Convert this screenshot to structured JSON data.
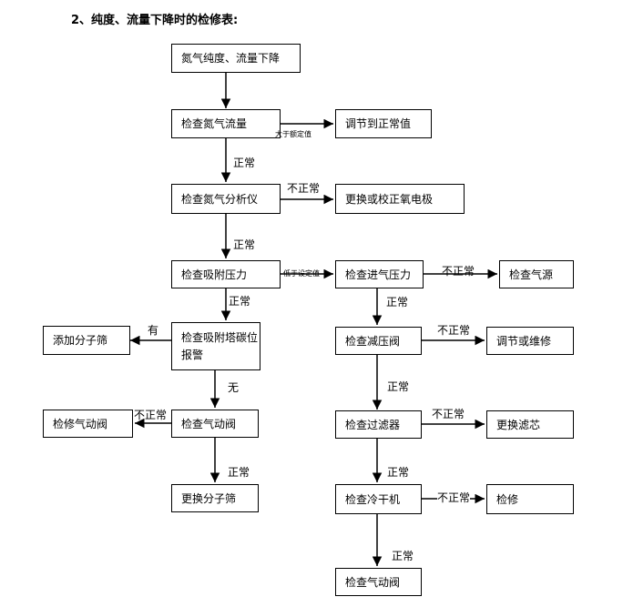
{
  "heading": "2、纯度、流量下降时的检修表:",
  "nodes": {
    "n_start": "氮气纯度、流量下降",
    "n_flow": "检查氮气流量",
    "n_adjust_normal": "调节到正常值",
    "n_analyzer": "检查氮气分析仪",
    "n_replace_electrode": "更换或校正氧电极",
    "n_adsorb_pressure": "检查吸附压力",
    "n_inlet_pressure": "检查进气压力",
    "n_air_source": "检查气源",
    "n_tower_alarm": "检查吸附塔碳位报警",
    "n_add_sieve": "添加分子筛",
    "n_reducer": "检查减压阀",
    "n_adjust_repair": "调节或维修",
    "n_repair_valve": "检修气动阀",
    "n_pneumatic_left": "检查气动阀",
    "n_filter": "检查过滤器",
    "n_replace_cartridge": "更换滤芯",
    "n_replace_sieve": "更换分子筛",
    "n_dryer": "检查冷干机",
    "n_repair": "检修",
    "n_pneumatic_bottom": "检查气动阀"
  },
  "edge_labels": {
    "e_above_rated": "大于额定值",
    "e_normal_1": "正常",
    "e_abnormal_1": "不正常",
    "e_normal_2": "正常",
    "e_below_setting": "低于设定值",
    "e_abnormal_2": "不正常",
    "e_normal_3": "正常",
    "e_normal_4": "正常",
    "e_yes": "有",
    "e_abnormal_3": "不正常",
    "e_no": "无",
    "e_normal_5": "正常",
    "e_abnormal_4": "不正常",
    "e_abnormal_5": "不正常",
    "e_normal_6": "正常",
    "e_normal_7": "正常",
    "e_abnormal_6": "不正常",
    "e_normal_8": "正常"
  }
}
